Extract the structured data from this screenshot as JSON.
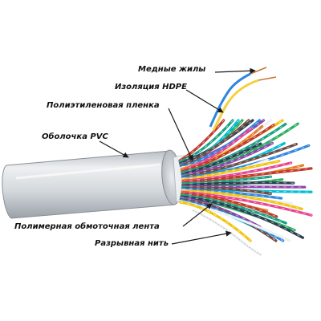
{
  "labels": {
    "copper_conductors": "Медные жилы",
    "hdpe_insulation": "Изоляция HDPE",
    "polyethylene_film": "Полиэтиленовая пленка",
    "pvc_jacket": "Оболочка PVC",
    "polymer_wrap_tape": "Полимерная обмоточная лента",
    "rip_cord": "Разрывная нить"
  },
  "colors": {
    "jacket": "#d9dde0",
    "arrow": "#1a1a1a",
    "wire_palette": [
      "#c0392b",
      "#2e86de",
      "#27ae60",
      "#f1c40f",
      "#8e44ad",
      "#e67e22",
      "#6d4c41",
      "#16a085",
      "#ecf0f1",
      "#2c3e50",
      "#e84393",
      "#00bcd4"
    ]
  }
}
